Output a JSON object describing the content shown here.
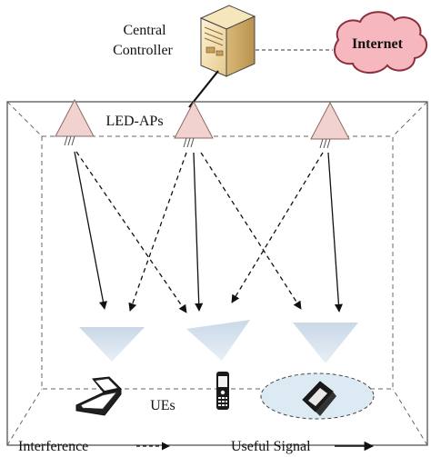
{
  "diagram": {
    "controller_label_line1": "Central",
    "controller_label_line2": "Controller",
    "internet_label": "Internet",
    "aps_label": "LED-APs",
    "ues_label": "UEs"
  },
  "legend": {
    "interference_label": "Interference",
    "useful_signal_label": "Useful Signal"
  },
  "colors": {
    "led_fill": "#f1d2cf",
    "led_stroke": "#8a6a66",
    "beam_fill": "#d6e3ef",
    "cell_fill": "#dcebf3",
    "internet_fill": "#f7b7bf",
    "line": "#111111",
    "room_line": "#555555"
  }
}
